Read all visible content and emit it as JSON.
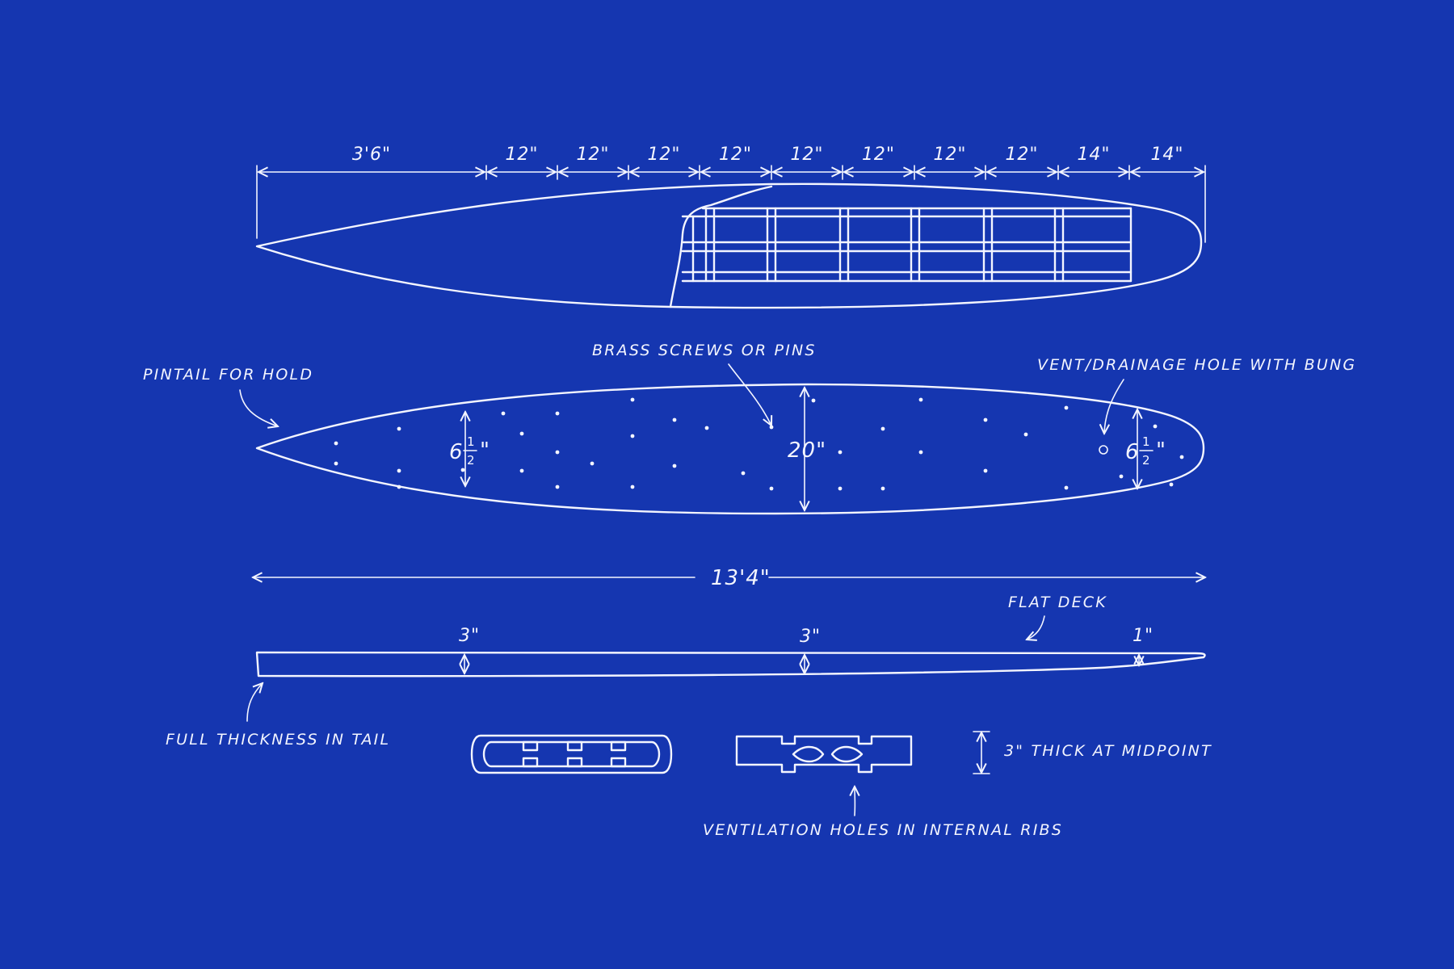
{
  "top_view_dimensions": [
    "3'6\"",
    "12\"",
    "12\"",
    "12\"",
    "12\"",
    "12\"",
    "12\"",
    "12\"",
    "12\"",
    "14\"",
    "14\""
  ],
  "plan_view": {
    "pintail_label": "PINTAIL FOR HOLD",
    "brass_label": "BRASS SCREWS OR PINS",
    "vent_label": "VENT/DRAINAGE HOLE WITH BUNG",
    "width_tail_whole": "6",
    "width_mid": "20\"",
    "width_nose_whole": "6",
    "fraction_top": "1",
    "fraction_bottom": "2",
    "inch_mark": "\""
  },
  "side_view": {
    "length": "13'4\"",
    "flat_deck": "FLAT DECK",
    "thickness_tail": "3\"",
    "thickness_mid": "3\"",
    "thickness_nose": "1\"",
    "full_thickness_label": "FULL THICKNESS IN TAIL"
  },
  "sections": {
    "thick_label": "3\" THICK AT MIDPOINT",
    "ventilation_label": "VENTILATION HOLES IN INTERNAL RIBS"
  }
}
